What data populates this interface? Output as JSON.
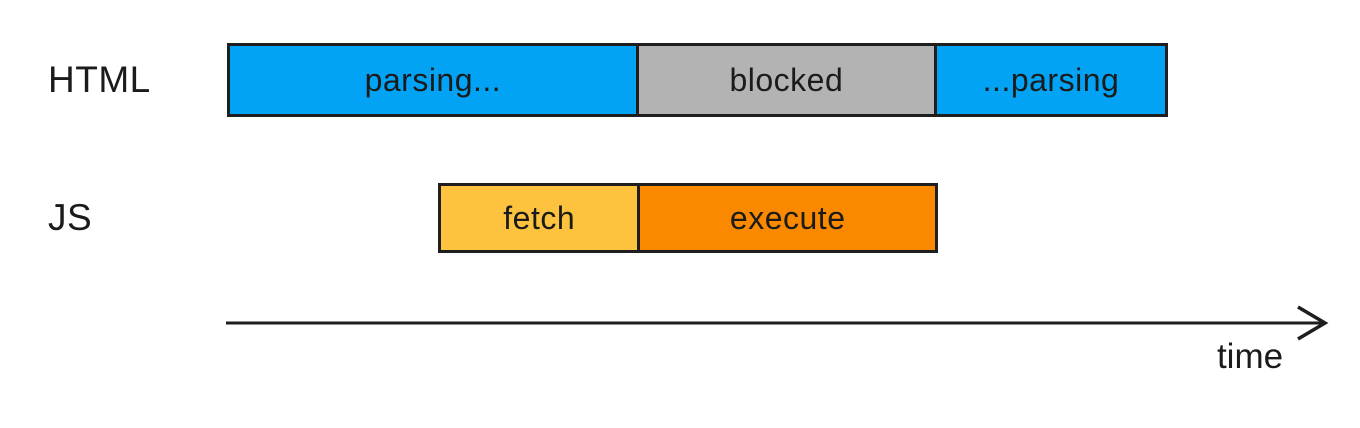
{
  "diagram": {
    "rows": [
      {
        "label": "HTML",
        "segments": [
          {
            "label": "parsing...",
            "color": "#02a2f4",
            "duration": 411
          },
          {
            "label": "blocked",
            "color": "#b3b3b3",
            "duration": 299
          },
          {
            "label": "...parsing",
            "color": "#02a2f4",
            "duration": 231
          }
        ]
      },
      {
        "label": "JS",
        "segments": [
          {
            "label": "fetch",
            "color": "#fdc33e",
            "duration": 200
          },
          {
            "label": "execute",
            "color": "#fb8900",
            "duration": 300
          }
        ]
      }
    ],
    "axis": {
      "label": "time"
    },
    "colors": {
      "parsing_blue": "#02a2f4",
      "blocked_gray": "#b3b3b3",
      "fetch_yellow": "#fdc33e",
      "execute_orange": "#fb8900",
      "outline": "#1e1e1e",
      "text": "#1b1b1b",
      "background": "#ffffff"
    }
  }
}
